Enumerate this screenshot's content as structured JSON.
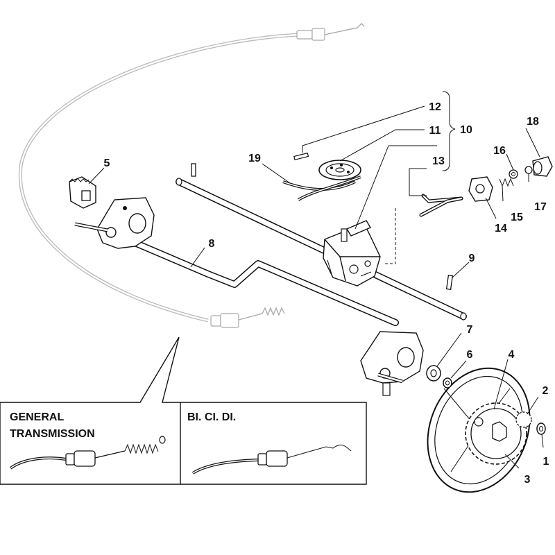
{
  "callouts": {
    "c1": "1",
    "c2": "2",
    "c3": "3",
    "c4": "4",
    "c5": "5",
    "c6": "6",
    "c7": "7",
    "c8": "8",
    "c9": "9",
    "c10": "10",
    "c11": "11",
    "c12": "12",
    "c13": "13",
    "c14": "14",
    "c15": "15",
    "c16": "16",
    "c17": "17",
    "c18": "18",
    "c19": "19"
  },
  "inset_panels": {
    "left": {
      "line1": "GENERAL",
      "line2": "TRANSMISSION"
    },
    "right": {
      "title": "BI. CI. DI."
    }
  }
}
